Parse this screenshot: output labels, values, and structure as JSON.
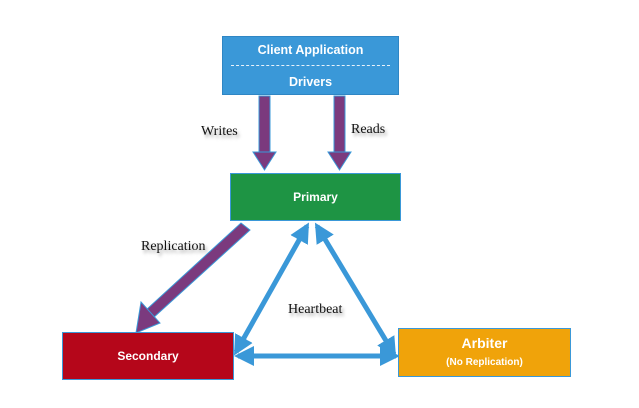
{
  "colors": {
    "client": "#3a98d8",
    "primary": "#1e9444",
    "secondary": "#b5061a",
    "arbiter": "#f0a30a",
    "data_arrow": "#7b3a7e",
    "heartbeat_arrow": "#3a98d8"
  },
  "nodes": {
    "client": {
      "title": "Client Application",
      "subtitle": "Drivers"
    },
    "primary": {
      "title": "Primary"
    },
    "secondary": {
      "title": "Secondary"
    },
    "arbiter": {
      "title": "Arbiter",
      "subtitle": "(No Replication)"
    }
  },
  "edges": {
    "writes": {
      "label": "Writes",
      "from": "client",
      "to": "primary"
    },
    "reads": {
      "label": "Reads",
      "from": "client",
      "to": "primary"
    },
    "replication": {
      "label": "Replication",
      "from": "primary",
      "to": "secondary"
    },
    "heartbeat": {
      "label": "Heartbeat",
      "between": [
        "primary",
        "secondary",
        "arbiter"
      ]
    }
  }
}
